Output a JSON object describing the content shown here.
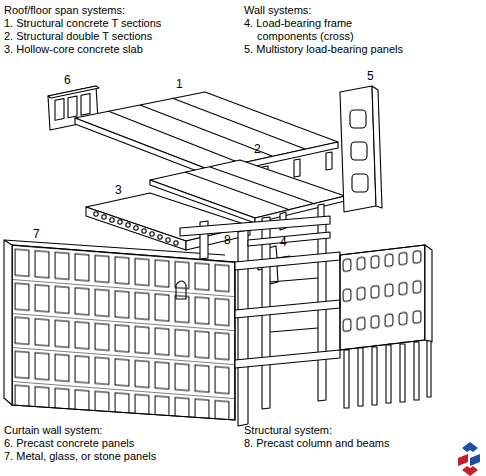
{
  "diagram": {
    "labels": [
      "Roof/floor span systems:",
      "1. Structural concrete T sections",
      "2. Structural double T sections",
      "3. Hollow-core concrete slab",
      "Wall systems:",
      "4. Load-bearing frame components (cross)",
      "5. Multistory load-bearing panels",
      "Curtain wall system:",
      "6. Precast concrete panels",
      "7. Metal, glass, or stone panels",
      "Structural system:",
      "8. Precast column and beams",
      "1",
      "2",
      "3",
      "4",
      "5",
      "6",
      "7",
      "8"
    ]
  }
}
